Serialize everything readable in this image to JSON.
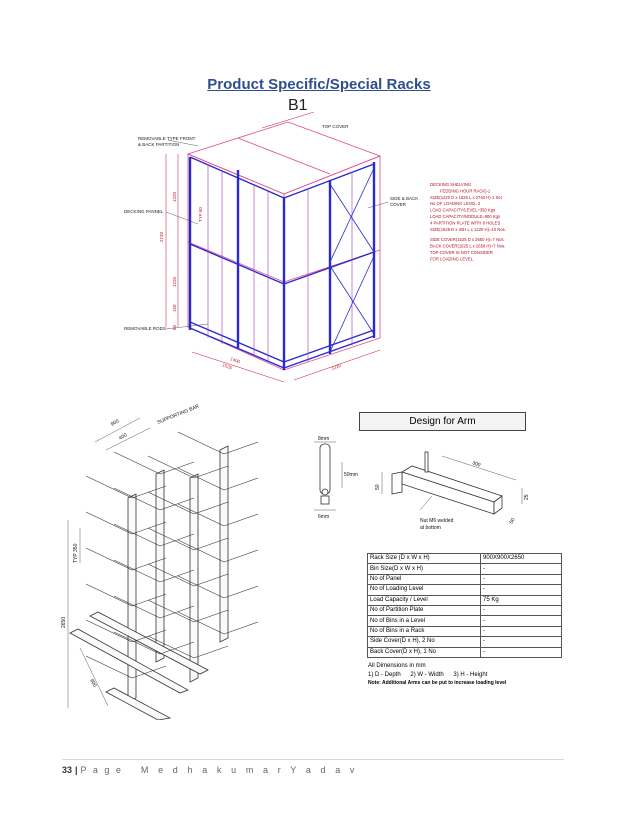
{
  "heading": "Product Specific/Special Racks",
  "subheading": "B1",
  "rack_drawing": {
    "labels": {
      "front_partition": "REMOVABLE TYPE FRONT",
      "front_partition_2": "& BACK PARTITION",
      "top_cover": "TOP COVER",
      "decking_pannel": "DECKING PANNEL",
      "side_back_cover": "SIDE & BACK",
      "side_back_cover_2": "COVER",
      "removable_rods": "REMOVABLE RODS",
      "dim_2740": "2740",
      "dim_1220_a": "1220",
      "dim_1220_b": "1220",
      "dim_150": "150",
      "dim_80": "80",
      "dim_typ60": "TYP 60",
      "dim_1400": "1400",
      "dim_1525": "1525",
      "dim_1220_c": "1220"
    },
    "notes": [
      "DECKING SHELVING",
      "FEDDING HOUR RACK)-1",
      "SIZE(1220 D x 1525 L x 2740 H)-1 Set",
      "No OF LOADING LEVEL-2",
      "LOAD CAPACITY/LEVEL=350 Kgs",
      "LOAD CAPACITY/MODULE=900 Kgs",
      "4 PARTITION PLATE WITH 8 HOLES",
      "SIZE(1525 D x 30H L x 1220 H)=10 Nos.",
      "SIDE COVER(1525 D x 2650 H)=7 Nos.",
      "BACK COVER(1525 L x 2650 H)=7 Nos.",
      "TOP COVER IS NOT CONSIDER",
      "FOR LOADING LEVEL"
    ]
  },
  "cantilever_drawing": {
    "labels": {
      "supporting_bar": "SUPPORTING BAR",
      "dim_900_a": "900",
      "dim_400": "400",
      "dim_2650": "2650",
      "dim_typ350": "TYP 350",
      "dim_900_b": "900"
    }
  },
  "arm_design": {
    "title": "Design for Arm",
    "labels": {
      "dim_8mm": "8mm",
      "dim_50mm": "50mm",
      "dim_6mm": "6mm",
      "dim_300": "300",
      "dim_50": "50",
      "dim_25": "25",
      "dim_50b": "50",
      "nut": "Nut M6 welded",
      "nut_2": "at bottom"
    }
  },
  "spec_table": [
    {
      "key": "Rack Size (D x W x H)",
      "value": "900X900X2650"
    },
    {
      "key": "Bin Size(D x W x H)",
      "value": "-"
    },
    {
      "key": "No of Panel",
      "value": "-"
    },
    {
      "key": "No of Loading Level",
      "value": "-"
    },
    {
      "key": "Load Capacity / Level",
      "value": "75 Kg"
    },
    {
      "key": "No of Partition Plate",
      "value": "-"
    },
    {
      "key": "No of Bins in a Level",
      "value": "-"
    },
    {
      "key": "No of Bins in a Rack",
      "value": "-"
    },
    {
      "key": "Side Cover(D x H), 2 No",
      "value": "-"
    },
    {
      "key": "Back Cover(D x H), 1 No",
      "value": "-"
    }
  ],
  "dimensions": {
    "heading": "All Dimensions in mm",
    "depth": "1) D - Depth",
    "width": "2) W - Width",
    "height": "3) H - Height",
    "note": "Note: Additional Arms can be put to increase loading level"
  },
  "footer": {
    "page_number": "33",
    "separator": "|",
    "page_word": "P a g e",
    "author": "M e d h a  k u m a r  Y a d a v"
  },
  "colors": {
    "heading": "#2e4f8f",
    "frame_blue": "#2a2ad0",
    "outline_pink": "#e04a8a",
    "note_red": "#b01020"
  }
}
